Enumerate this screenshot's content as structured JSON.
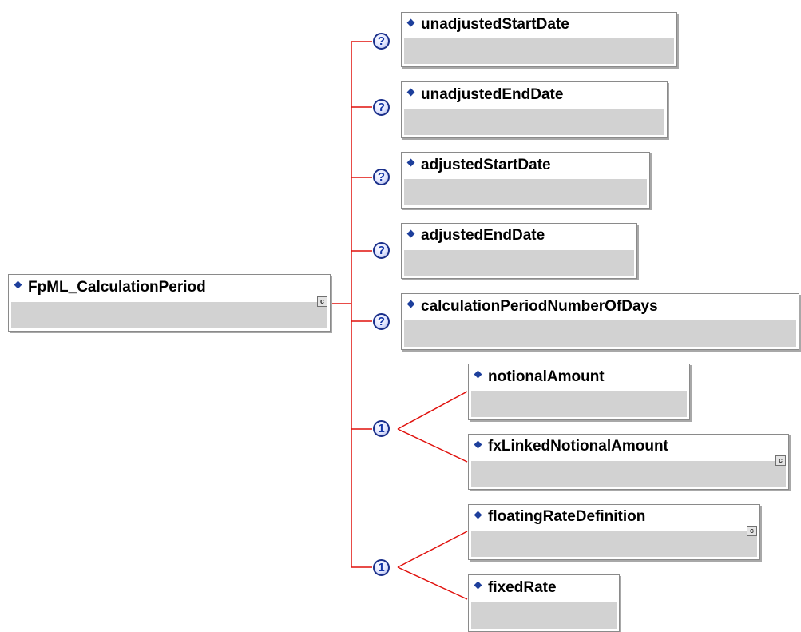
{
  "root": {
    "label": "FpML_CalculationPeriod"
  },
  "optional_badge": "?",
  "choice_badge": "1",
  "elements": [
    {
      "label": "unadjustedStartDate"
    },
    {
      "label": "unadjustedEndDate"
    },
    {
      "label": "adjustedStartDate"
    },
    {
      "label": "adjustedEndDate"
    },
    {
      "label": "calculationPeriodNumberOfDays"
    }
  ],
  "choice1": [
    {
      "label": "notionalAmount"
    },
    {
      "label": "fxLinkedNotionalAmount"
    }
  ],
  "choice2": [
    {
      "label": "floatingRateDefinition"
    },
    {
      "label": "fixedRate"
    }
  ],
  "complex_icon": "c",
  "colors": {
    "connector": "#e0100c",
    "diamond": "#1d3f9c",
    "node_body": "#d2d2d2"
  }
}
